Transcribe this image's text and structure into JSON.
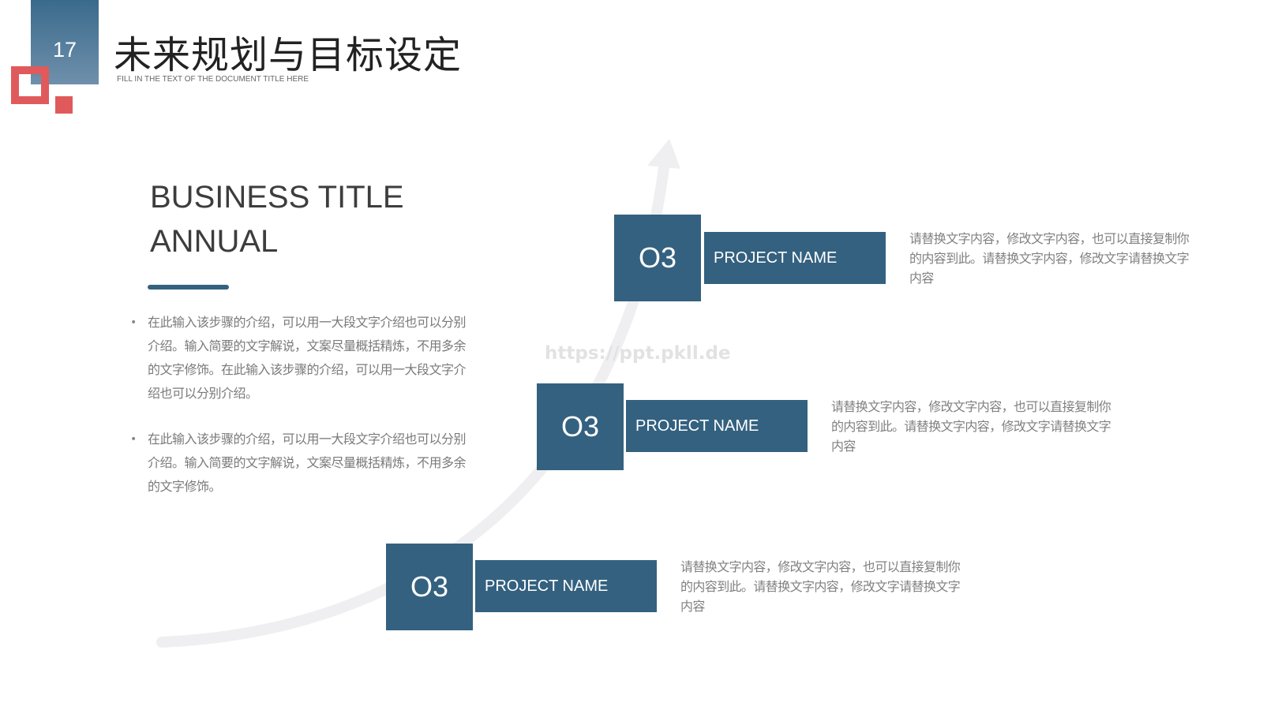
{
  "header": {
    "page_number": "17",
    "title": "未来规划与目标设定",
    "subtitle": "FILL IN THE TEXT OF THE DOCUMENT TITLE HERE"
  },
  "left_panel": {
    "title_line1": "BUSINESS TITLE",
    "title_line2": "ANNUAL",
    "bullets": [
      {
        "marker": "•",
        "text": "在此输入该步骤的介绍，可以用一大段文字介绍也可以分别介绍。输入简要的文字解说，文案尽量概括精炼，不用多余的文字修饰。在此输入该步骤的介绍，可以用一大段文字介绍也可以分别介绍。"
      },
      {
        "marker": "•",
        "text": "在此输入该步骤的介绍，可以用一大段文字介绍也可以分别介绍。输入简要的文字解说，文案尽量概括精炼，不用多余的文字修饰。"
      }
    ]
  },
  "watermark": "https://ppt.pkll.de",
  "steps": [
    {
      "number": "O3",
      "label": "PROJECT NAME",
      "description": "请替换文字内容，修改文字内容，也可以直接复制你的内容到此。请替换文字内容，修改文字请替换文字内容"
    },
    {
      "number": "O3",
      "label": "PROJECT NAME",
      "description": "请替换文字内容，修改文字内容，也可以直接复制你的内容到此。请替换文字内容，修改文字请替换文字内容"
    },
    {
      "number": "O3",
      "label": "PROJECT NAME",
      "description": "请替换文字内容，修改文字内容，也可以直接复制你的内容到此。请替换文字内容，修改文字请替换文字内容"
    }
  ],
  "colors": {
    "primary": "#34617f",
    "accent": "#e05a5c",
    "curve": "#efeff2"
  }
}
